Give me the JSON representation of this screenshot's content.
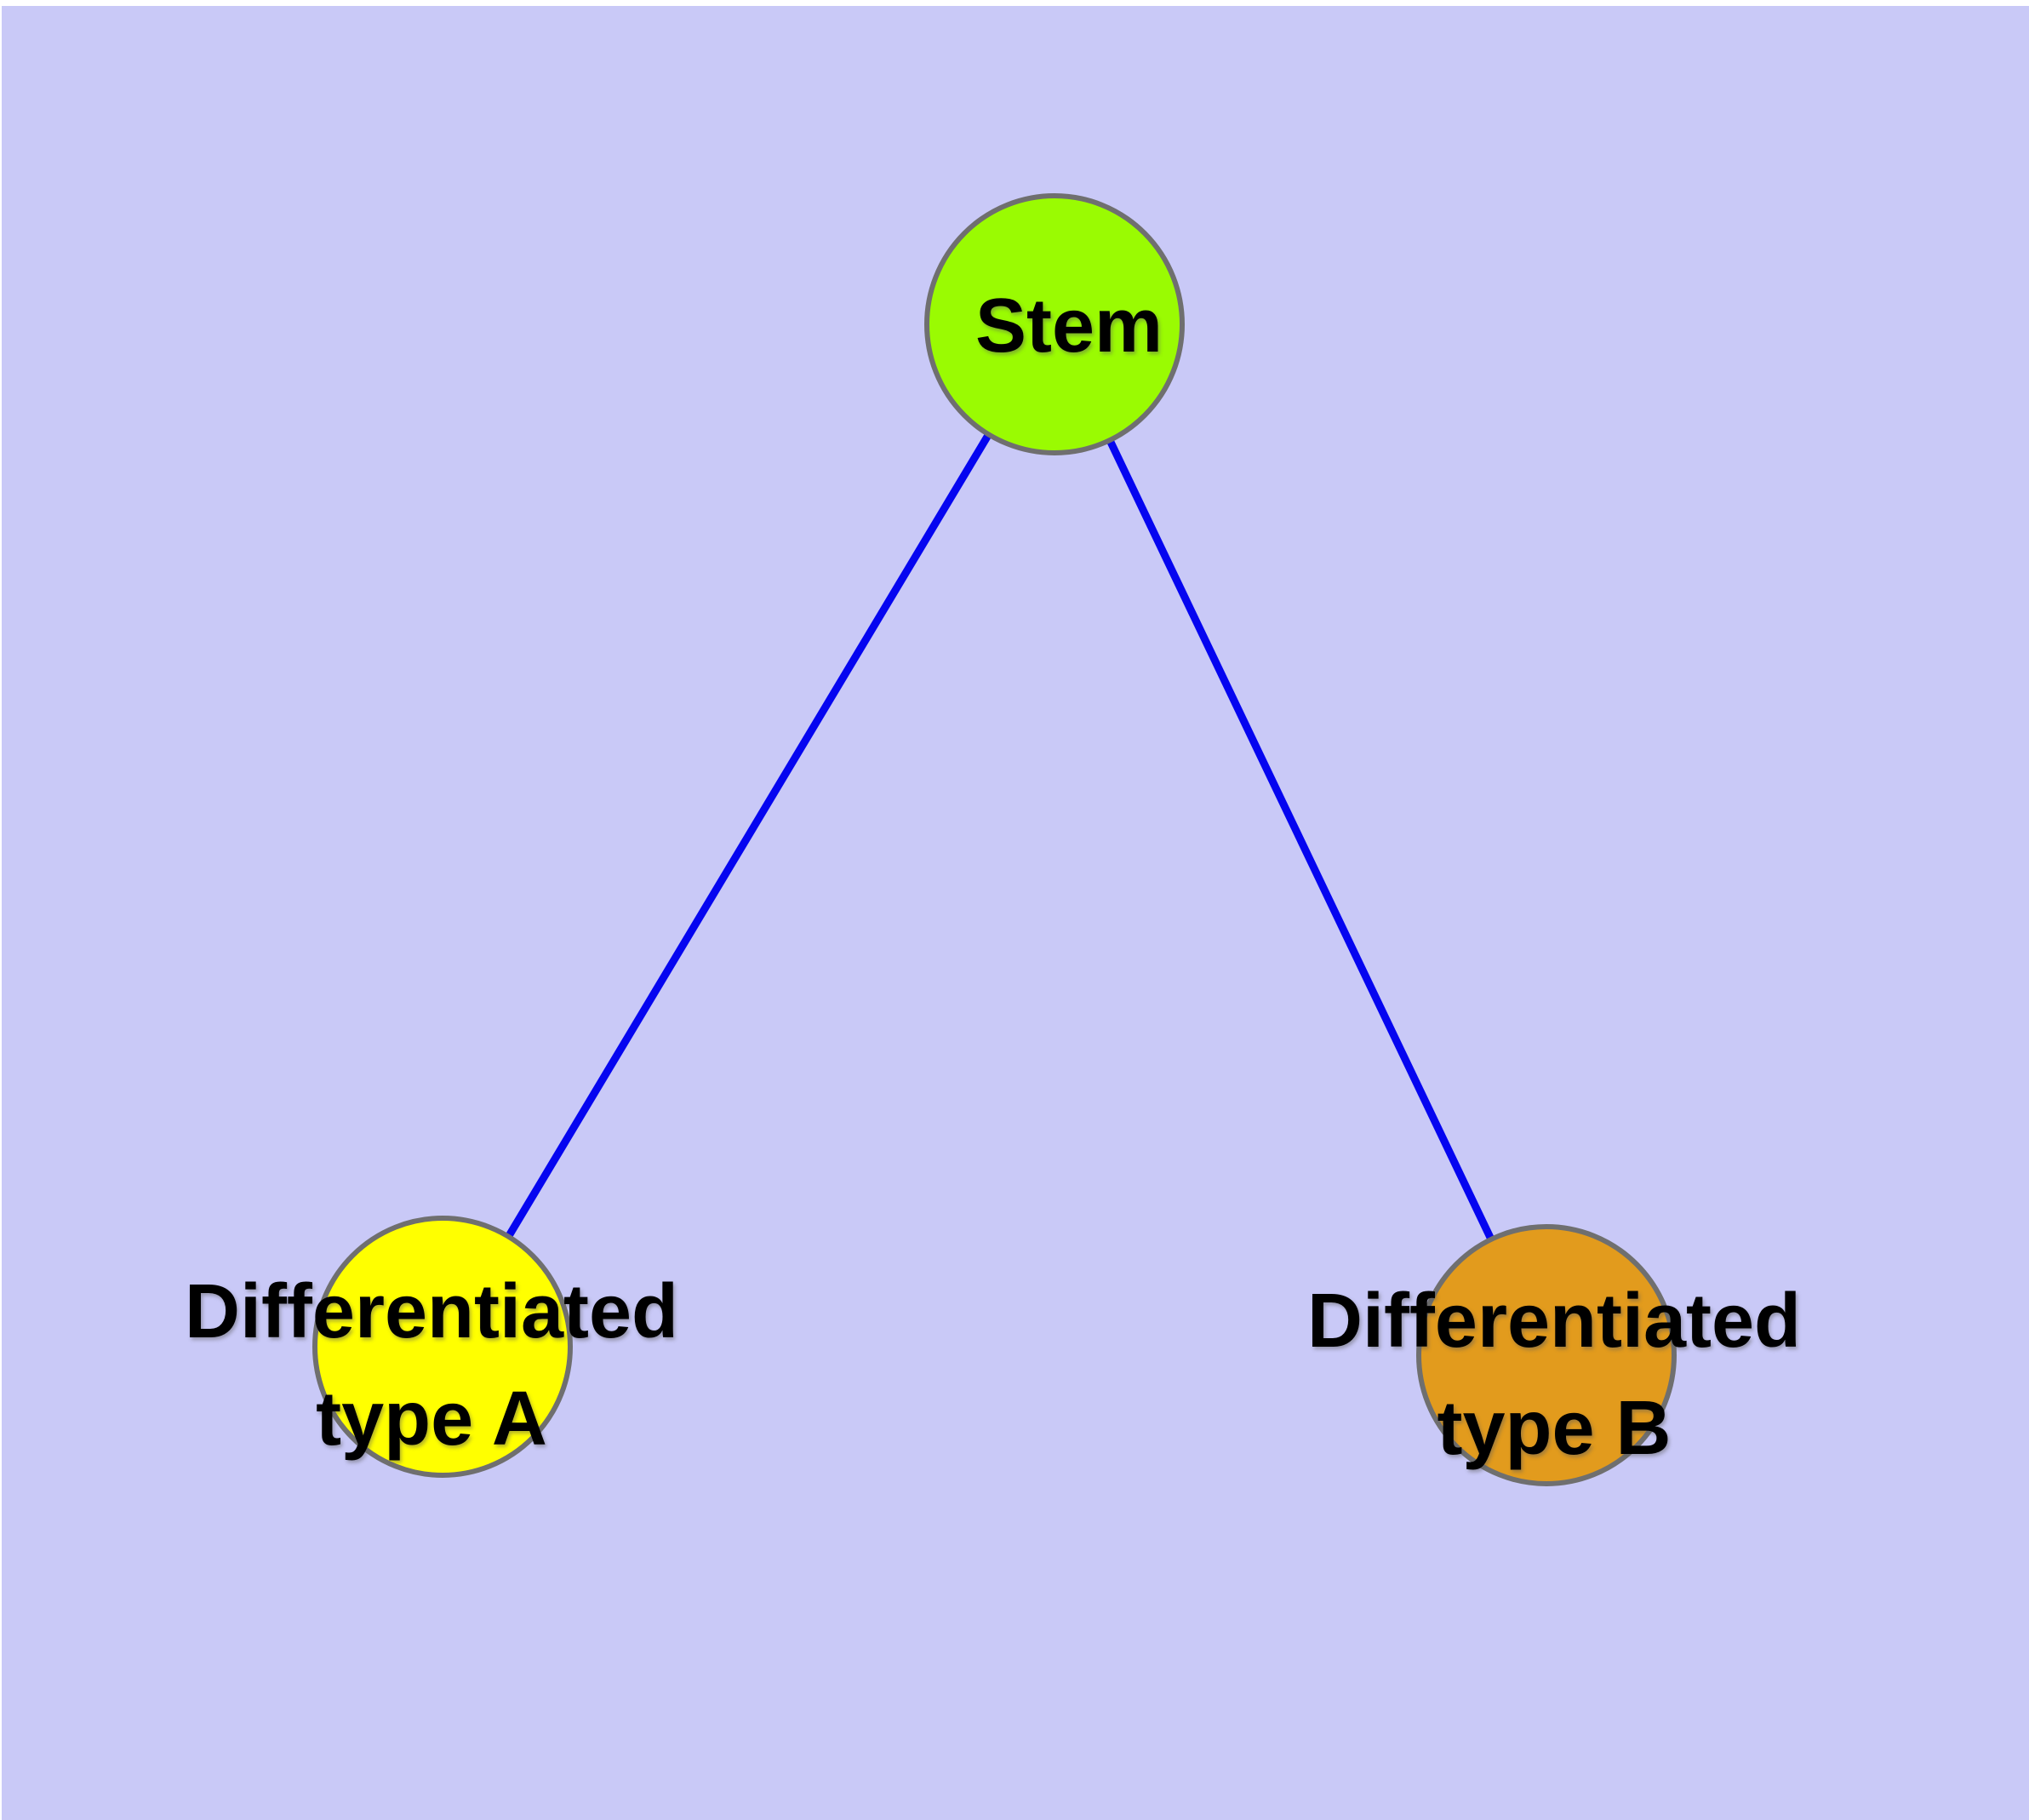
{
  "diagram": {
    "background_color": "#c9c9f7",
    "margin_color": "#ffffff",
    "node_border_color": "#6f6f6f",
    "edge_color": "#0505f0",
    "nodes": [
      {
        "id": "stem",
        "label": "Stem",
        "fill": "#9afb02"
      },
      {
        "id": "differentiated-type-a",
        "label": "Differentiated\ntype A",
        "fill": "#ffff00"
      },
      {
        "id": "differentiated-type-b",
        "label": "Differentiated\ntype B",
        "fill": "#e29b1d"
      }
    ],
    "edges": [
      {
        "from": "Stem",
        "to": "Differentiated type A"
      },
      {
        "from": "Stem",
        "to": "Differentiated type B"
      }
    ]
  }
}
